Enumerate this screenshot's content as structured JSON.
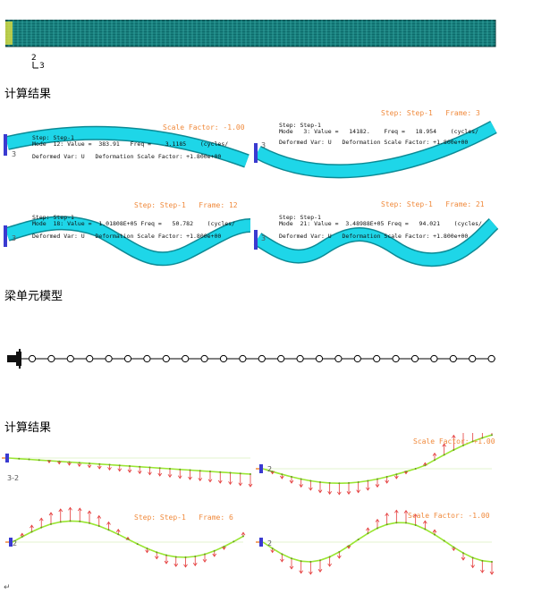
{
  "top_model": {
    "axis_top": "2",
    "axis_side": "3"
  },
  "headings": {
    "results_1": "计算结果",
    "beam_model": "梁单元模型",
    "results_2": "计算结果"
  },
  "shell_panels": [
    {
      "step": "Step: Step-1",
      "mode_line": "Mode  12: Value =  383.91   Freq =    3.1185    (cycles/",
      "deformed": "Deformed Var: U   Deformation Scale Factor: +1.800e+00",
      "corner": "Scale Factor: -1.00",
      "axis": "3"
    },
    {
      "step": "Step: Step-1",
      "mode_line": "Mode   3: Value =   14182.    Freq =   18.954    (cycles/",
      "deformed": "Deformed Var: U   Deformation Scale Factor: +1.800e+00",
      "corner": "Step: Step-1   Frame: 3",
      "axis": "3"
    },
    {
      "step": "Step: Step-1",
      "mode_line": "Mode  18: Value =  1.01808E+05 Freq =   50.782    (cycles/",
      "deformed": "Deformed Var: U   Deformation Scale Factor: +1.800e+00",
      "corner": "Step: Step-1   Frame: 12",
      "axis": "3"
    },
    {
      "step": "Step: Step-1",
      "mode_line": "Mode  21: Value =  3.48988E+05 Freq =   94.021    (cycles/",
      "deformed": "Deformed Var: U   Deformation Scale Factor: +1.800e+00",
      "corner": "Step: Step-1   Frame: 21",
      "axis": "3"
    }
  ],
  "beam_panels": [
    {
      "corner": "",
      "axis": "3-2"
    },
    {
      "corner": "Scale Factor: +1.00",
      "axis": "2"
    },
    {
      "corner": "Step: Step-1   Frame: 6",
      "axis": "2"
    },
    {
      "corner": "Scale Factor: -1.00",
      "axis": "2"
    }
  ],
  "paragraph_mark": "↵",
  "colors": {
    "tube": "#1ed6e8",
    "mesh": "#0a5a5a",
    "orange": "#f08a3c",
    "arrow": "#e43a3a",
    "beam": "#9ae632"
  }
}
